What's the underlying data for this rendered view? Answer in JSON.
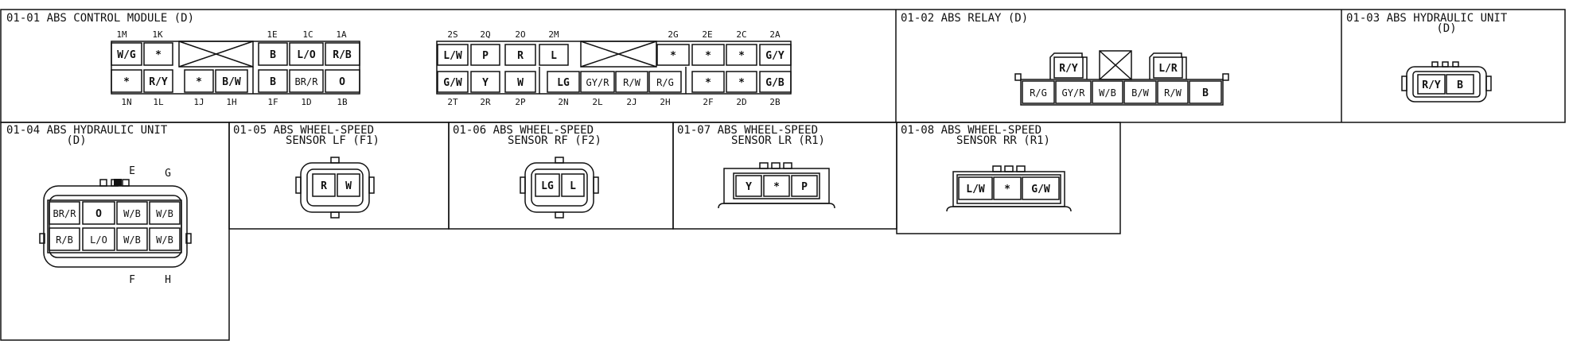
{
  "connectors": [
    {
      "id": "01-01",
      "title": "01-01 ABS CONTROL MODULE (D)",
      "c1": {
        "top_labels": [
          "1M",
          "1K",
          "1E",
          "1C",
          "1A"
        ],
        "row1": [
          "W/G",
          "*",
          "B",
          "L/O",
          "R/B"
        ],
        "row2": [
          "*",
          "R/Y",
          "*",
          "B/W",
          "B",
          "BR/R",
          "O"
        ],
        "bottom_labels": [
          "1N",
          "1L",
          "1J",
          "1H",
          "1F",
          "1D",
          "1B"
        ]
      },
      "c2": {
        "top_labels": [
          "2S",
          "2Q",
          "2O",
          "2M",
          "2G",
          "2E",
          "2C",
          "2A"
        ],
        "row1": [
          "L/W",
          "P",
          "R",
          "L",
          "*",
          "*",
          "*",
          "G/Y"
        ],
        "row2": [
          "G/W",
          "Y",
          "W",
          "LG",
          "GY/R",
          "R/W",
          "R/G",
          "*",
          "*",
          "G/B"
        ],
        "bottom_labels": [
          "2T",
          "2R",
          "2P",
          "2N",
          "2L",
          "2J",
          "2H",
          "2F",
          "2D",
          "2B"
        ]
      }
    },
    {
      "id": "01-02",
      "title": "01-02 ABS RELAY (D)",
      "top_pins": [
        "R/Y",
        "L/R"
      ],
      "row": [
        "R/G",
        "GY/R",
        "W/B",
        "B/W",
        "R/W",
        "B"
      ]
    },
    {
      "id": "01-03",
      "title_lines": [
        "01-03 ABS HYDRAULIC UNIT",
        "(D)"
      ],
      "pins": [
        "R/Y",
        "B"
      ]
    },
    {
      "id": "01-04",
      "title_lines": [
        "01-04 ABS HYDRAULIC UNIT",
        "(D)"
      ],
      "row1": [
        "BR/R",
        "O",
        "W/B",
        "W/B"
      ],
      "row2": [
        "R/B",
        "L/O",
        "W/B",
        "W/B"
      ],
      "letters": [
        "E",
        "G",
        "F",
        "H"
      ]
    },
    {
      "id": "01-05",
      "title_lines": [
        "01-05 ABS WHEEL-SPEED",
        "SENSOR LF (F1)"
      ],
      "pins": [
        "R",
        "W"
      ]
    },
    {
      "id": "01-06",
      "title_lines": [
        "01-06 ABS WHEEL-SPEED",
        "SENSOR RF (F2)"
      ],
      "pins": [
        "LG",
        "L"
      ]
    },
    {
      "id": "01-07",
      "title_lines": [
        "01-07 ABS WHEEL-SPEED",
        "SENSOR LR (R1)"
      ],
      "pins": [
        "Y",
        "*",
        "P"
      ]
    },
    {
      "id": "01-08",
      "title_lines": [
        "01-08 ABS WHEEL-SPEED",
        "SENSOR RR (R1)"
      ],
      "pins": [
        "L/W",
        "*",
        "G/W"
      ]
    }
  ]
}
